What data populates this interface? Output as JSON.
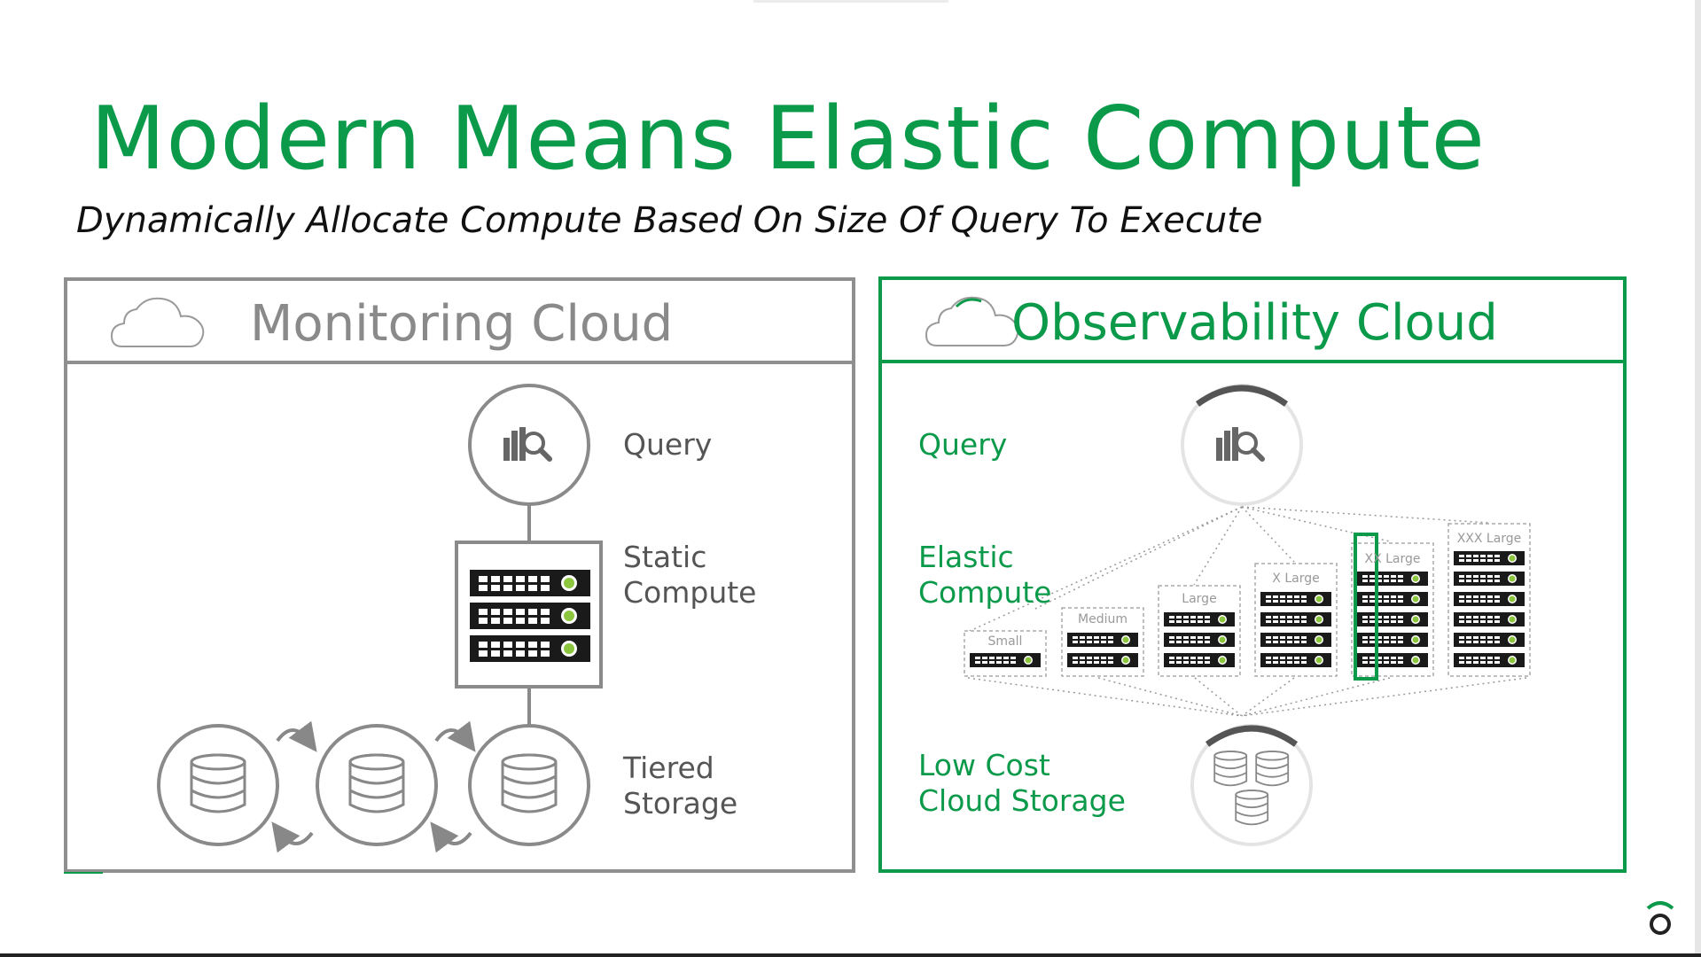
{
  "slide": {
    "title": "Modern Means Elastic Compute",
    "subtitle": "Dynamically Allocate Compute Based On Size Of Query To Execute"
  },
  "left_panel": {
    "header": "Monitoring Cloud",
    "query_label": "Query",
    "compute_label_line1": "Static",
    "compute_label_line2": "Compute",
    "storage_label_line1": "Tiered",
    "storage_label_line2": "Storage"
  },
  "right_panel": {
    "header": "Observability Cloud",
    "query_label": "Query",
    "compute_label_line1": "Elastic",
    "compute_label_line2": "Compute",
    "storage_label_line1": "Low Cost",
    "storage_label_line2": "Cloud Storage",
    "sizes": [
      "Small",
      "Medium",
      "Large",
      "X Large",
      "XX Large",
      "XXX Large"
    ]
  },
  "colors": {
    "brand_green": "#0a9a4a",
    "grey": "#8f8f8f",
    "server_dark": "#1a1a1a",
    "server_light": "#8cc63f"
  }
}
